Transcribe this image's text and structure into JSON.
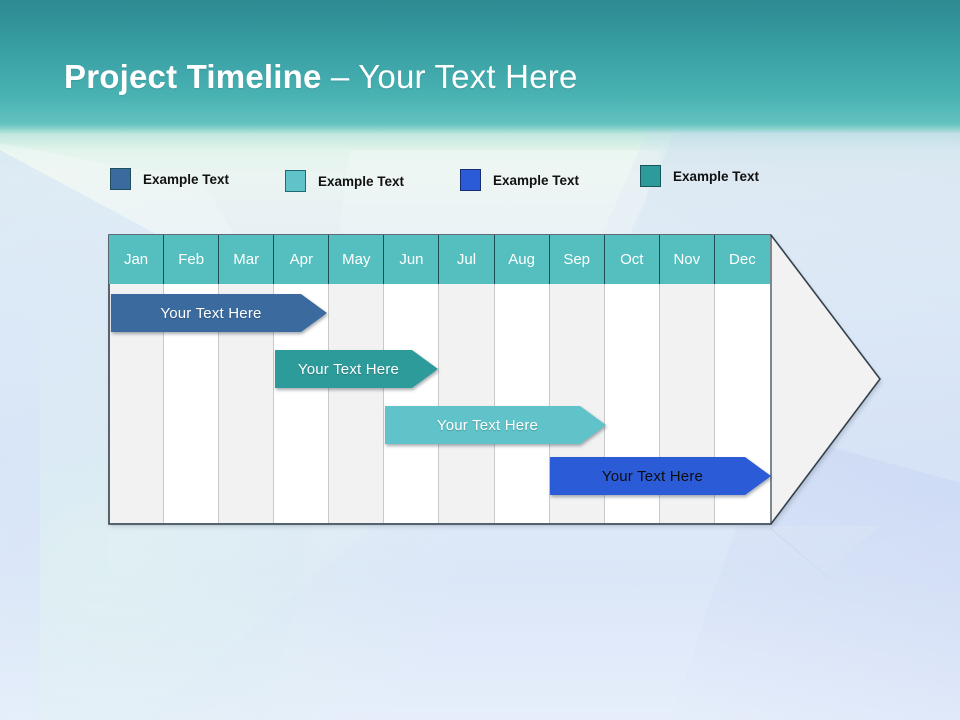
{
  "slide": {
    "title_bold": "Project Timeline",
    "title_rest": " – Your Text Here",
    "background_top_color": "#2d8a92",
    "background_bottom_color": "#e2ebfa"
  },
  "legend": {
    "items": [
      {
        "label": "Example Text",
        "color": "#3a6a9e",
        "border": "#1f4f5c",
        "icon": "legend-swatch-icon"
      },
      {
        "label": "Example Text",
        "color": "#5fc3c9",
        "border": "#1f4f5c",
        "icon": "legend-swatch-icon"
      },
      {
        "label": "Example Text",
        "color": "#2b5bd7",
        "border": "#16306f",
        "icon": "legend-swatch-icon"
      },
      {
        "label": "Example Text",
        "color": "#2e9b9b",
        "border": "#1f4f5c",
        "icon": "legend-swatch-icon"
      }
    ]
  },
  "chart_data": {
    "type": "bar",
    "title": "Project Timeline",
    "xlabel": "",
    "ylabel": "",
    "categories": [
      "Jan",
      "Feb",
      "Mar",
      "Apr",
      "May",
      "Jun",
      "Jul",
      "Aug",
      "Sep",
      "Oct",
      "Nov",
      "Dec"
    ],
    "header_color": "#55bfbf",
    "header_text_color": "#ffffff",
    "plate_color": "#f2f2f2",
    "column_colors": [
      "#f2f2f2",
      "#ffffff"
    ],
    "grid": true,
    "legend_position": "top",
    "series": [
      {
        "name": "Your  Text Here",
        "label": "Your  Text Here",
        "color": "#3a6a9e",
        "text_color": "#ffffff",
        "start_month": "Jan",
        "end_month": "Apr",
        "start_index": 0,
        "end_index": 3.9,
        "row": 1
      },
      {
        "name": "Your  Text Here",
        "label": "Your  Text Here",
        "color": "#2e9b9b",
        "text_color": "#ffffff",
        "start_month": "Apr",
        "end_month": "Jun",
        "start_index": 3,
        "end_index": 5.95,
        "row": 2
      },
      {
        "name": "Your  Text Here",
        "label": "Your  Text Here",
        "color": "#5fc3c9",
        "text_color": "#ffffff",
        "start_month": "Jun",
        "end_month": "Sep",
        "start_index": 5,
        "end_index": 9,
        "row": 3
      },
      {
        "name": "Your  Text Here",
        "label": "Your  Text Here",
        "color": "#2b5bd7",
        "text_color": "#0d0d0d",
        "start_month": "Sep",
        "end_month": "Dec",
        "start_index": 8,
        "end_index": 12,
        "row": 4
      }
    ]
  }
}
